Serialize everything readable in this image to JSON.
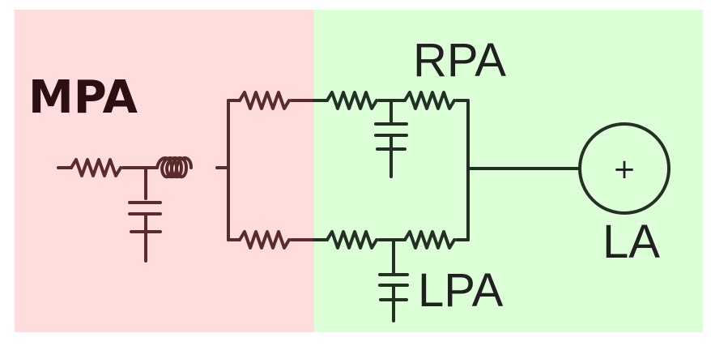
{
  "labels": {
    "mpa": "MPA",
    "rpa": "RPA",
    "lpa": "LPA",
    "la": "LA",
    "source_symbol": "+"
  },
  "colors": {
    "left_region": "#ffdddd",
    "right_region": "#dcffd8",
    "left_wire": "#5a2b2b",
    "right_wire": "#243024"
  }
}
